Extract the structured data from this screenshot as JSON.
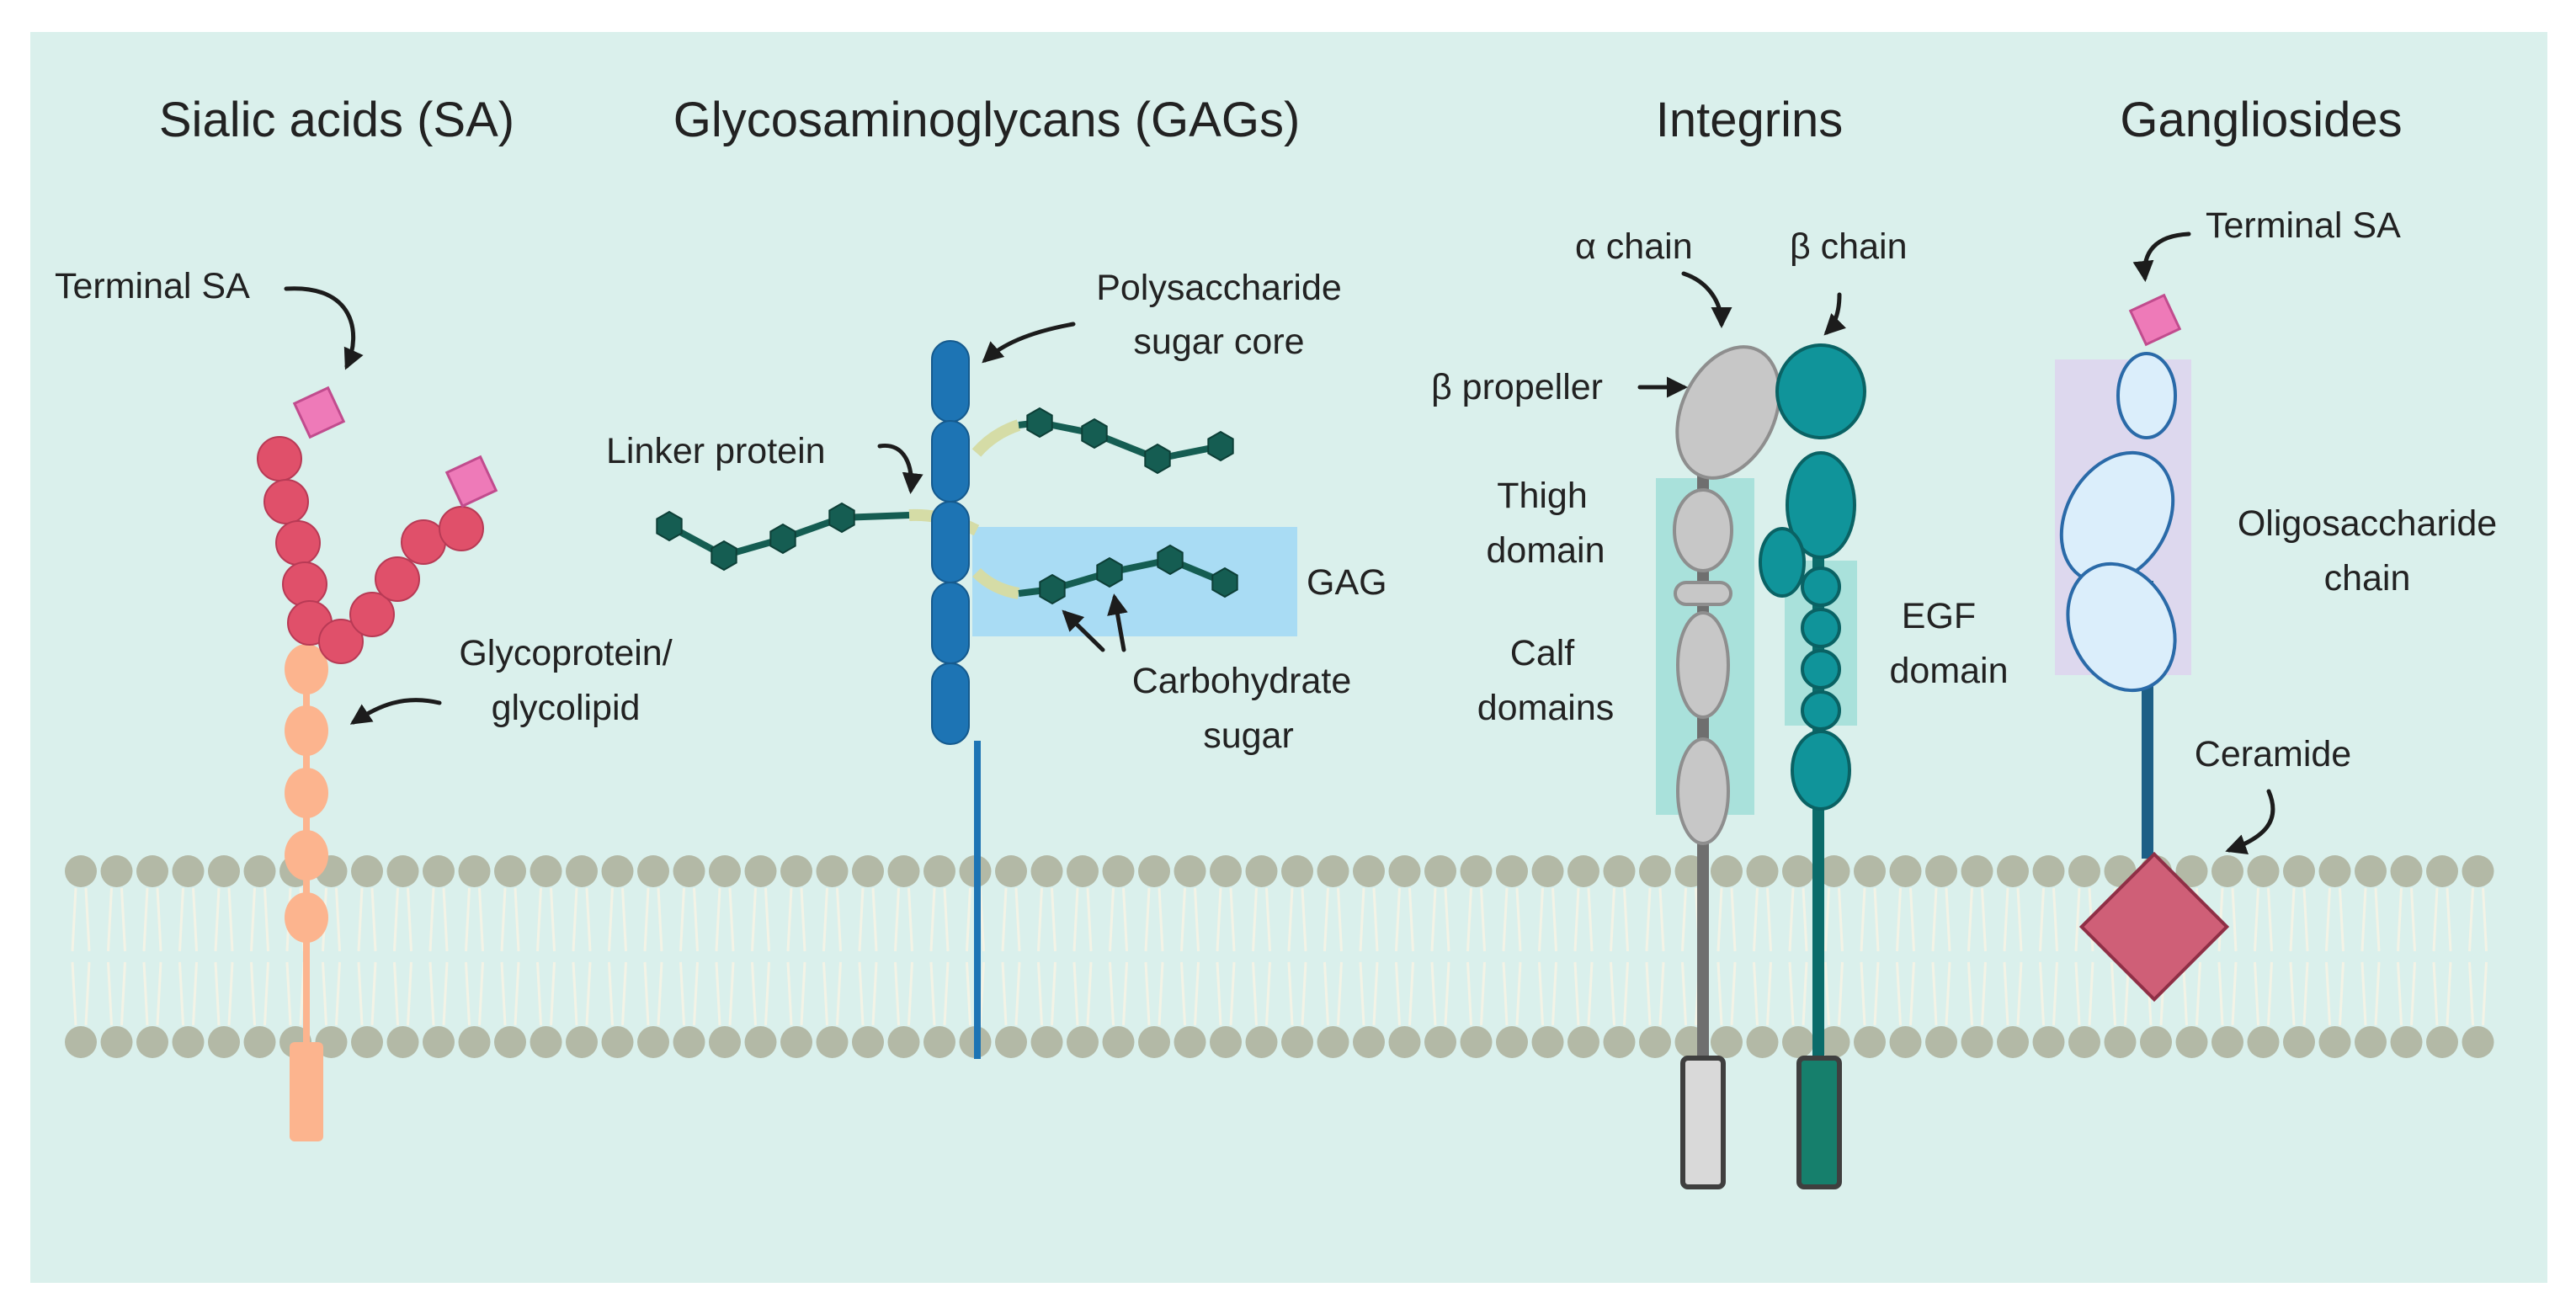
{
  "titles": {
    "sialic": "Sialic acids (SA)",
    "gags": "Glycosaminoglycans (GAGs)",
    "integrins": "Integrins",
    "gangliosides": "Gangliosides"
  },
  "sialic": {
    "terminal_sa": "Terminal SA",
    "glycoprotein_line1": "Glycoprotein/",
    "glycoprotein_line2": "glycolipid"
  },
  "gags": {
    "core_line1": "Polysaccharide",
    "core_line2": "sugar core",
    "linker": "Linker protein",
    "gag": "GAG",
    "carb_line1": "Carbohydrate",
    "carb_line2": "sugar"
  },
  "integrins": {
    "alpha": "α chain",
    "beta": "β chain",
    "propeller": "β propeller",
    "thigh_line1": "Thigh",
    "thigh_line2": "domain",
    "calf_line1": "Calf",
    "calf_line2": "domains",
    "egf_line1": "EGF",
    "egf_line2": "domain"
  },
  "gangliosides": {
    "terminal_sa": "Terminal SA",
    "oligo_line1": "Oligosaccharide",
    "oligo_line2": "chain",
    "ceramide": "Ceramide"
  },
  "colors": {
    "panel": "#daf0ec",
    "lipid_head": "#b3b9a6",
    "sialic_red": "#e0506a",
    "terminal_pink": "#ee7ab8",
    "glycoprotein_peach": "#fcb48e",
    "gag_core_blue": "#1d74b4",
    "gag_chain_green": "#155d52",
    "gag_box": "#a9dcf4",
    "integrin_alpha": "#c7c7c7",
    "integrin_beta": "#10949a",
    "ganglio_box": "#ddd8ee",
    "ganglio_sugar": "#dbeefb",
    "ceramide": "#cf5f77"
  }
}
